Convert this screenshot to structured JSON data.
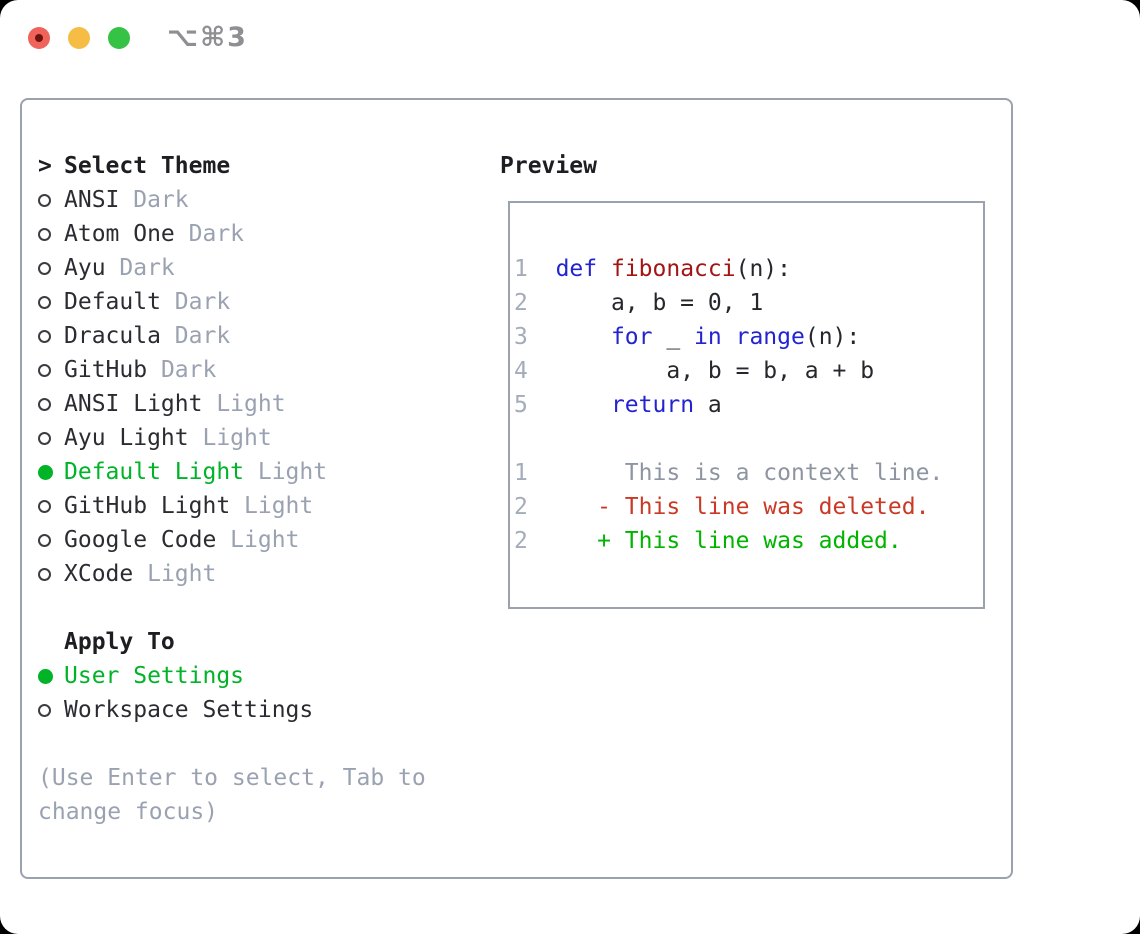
{
  "window": {
    "title": "⌥⌘3",
    "traffic_lights": {
      "close": "red",
      "minimize": "yellow",
      "zoom": "green"
    }
  },
  "theme_picker": {
    "header_marker": ">",
    "header": "Select Theme",
    "themes": [
      {
        "name": "ANSI",
        "variant": "Dark",
        "selected": false
      },
      {
        "name": "Atom One",
        "variant": "Dark",
        "selected": false
      },
      {
        "name": "Ayu",
        "variant": "Dark",
        "selected": false
      },
      {
        "name": "Default",
        "variant": "Dark",
        "selected": false
      },
      {
        "name": "Dracula",
        "variant": "Dark",
        "selected": false
      },
      {
        "name": "GitHub",
        "variant": "Dark",
        "selected": false
      },
      {
        "name": "ANSI Light",
        "variant": "Light",
        "selected": false
      },
      {
        "name": "Ayu Light",
        "variant": "Light",
        "selected": false
      },
      {
        "name": "Default Light",
        "variant": "Light",
        "selected": true
      },
      {
        "name": "GitHub Light",
        "variant": "Light",
        "selected": false
      },
      {
        "name": "Google Code",
        "variant": "Light",
        "selected": false
      },
      {
        "name": "XCode",
        "variant": "Light",
        "selected": false
      }
    ],
    "apply_to": {
      "header": "Apply To",
      "options": [
        {
          "name": "User Settings",
          "selected": true
        },
        {
          "name": "Workspace Settings",
          "selected": false
        }
      ]
    },
    "help_lines": [
      "(Use Enter to select, Tab to",
      "change focus)"
    ]
  },
  "preview": {
    "title": "Preview",
    "lines": [
      {
        "num": "1",
        "tokens": [
          [
            "kw",
            "def"
          ],
          [
            "pl",
            " "
          ],
          [
            "fn",
            "fibonacci"
          ],
          [
            "pl",
            "(n):"
          ]
        ]
      },
      {
        "num": "2",
        "tokens": [
          [
            "pl",
            "    a, b = 0, 1"
          ]
        ]
      },
      {
        "num": "3",
        "tokens": [
          [
            "pl",
            "    "
          ],
          [
            "kw",
            "for"
          ],
          [
            "pl",
            " _ "
          ],
          [
            "kw",
            "in"
          ],
          [
            "pl",
            " "
          ],
          [
            "kw",
            "range"
          ],
          [
            "pl",
            "(n):"
          ]
        ]
      },
      {
        "num": "4",
        "tokens": [
          [
            "pl",
            "        a, b = b, a + b"
          ]
        ]
      },
      {
        "num": "5",
        "tokens": [
          [
            "pl",
            "    "
          ],
          [
            "kw",
            "return"
          ],
          [
            "pl",
            " a"
          ]
        ]
      },
      {
        "num": "",
        "tokens": []
      },
      {
        "num": "1",
        "tokens": [
          [
            "ctx",
            "     This is a context line."
          ]
        ]
      },
      {
        "num": "2",
        "tokens": [
          [
            "del",
            "   - This line was deleted."
          ]
        ]
      },
      {
        "num": "2",
        "tokens": [
          [
            "add",
            "   + This line was added."
          ]
        ]
      }
    ]
  },
  "colors": {
    "selection_green": "#00b327",
    "added_green": "#00b400",
    "deleted_red": "#c93a26",
    "keyword_blue": "#2323d1",
    "function_red": "#a31515",
    "muted_gray": "#9aa2b1",
    "line_number_gray": "#a4acba",
    "context_gray": "#8d95a1",
    "border_gray": "#99a2ae",
    "text_dark": "#2b2b31",
    "title_gray": "#8e8e93",
    "traffic_red": "#f0635a",
    "traffic_yellow": "#f6bd45",
    "traffic_green": "#35c245"
  }
}
